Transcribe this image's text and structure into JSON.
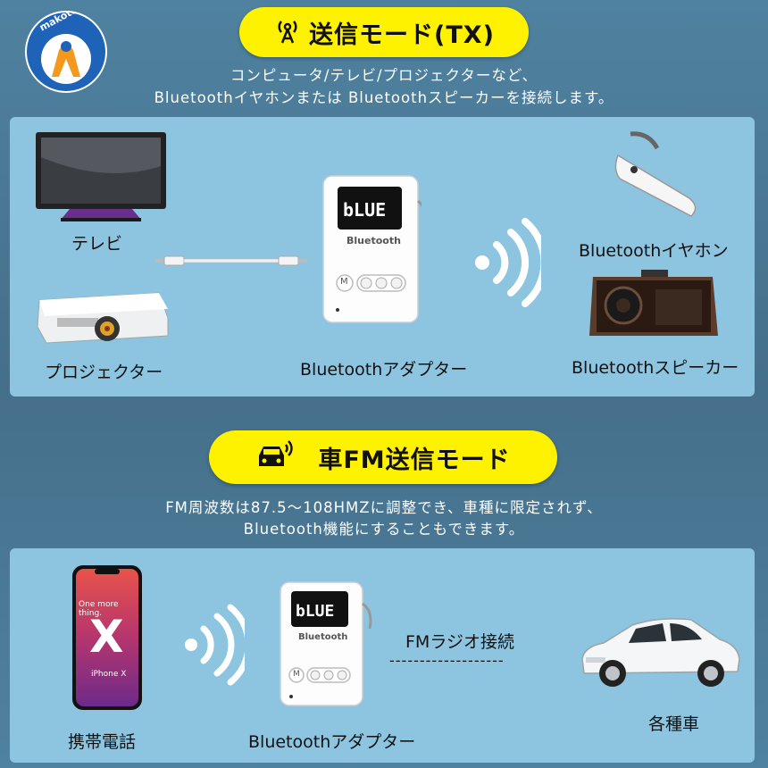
{
  "logo": {
    "text": "makotoya"
  },
  "section_tx": {
    "title": "送信モード(TX)",
    "desc_line1": "コンピュータ/テレビ/プロジェクターなど、",
    "desc_line2": "Bluetoothイヤホンまたは Bluetoothスピーカーを接続します。",
    "items": {
      "tv": "テレビ",
      "projector": "プロジェクター",
      "adapter": "Bluetoothアダプター",
      "earphone": "Bluetoothイヤホン",
      "speaker": "Bluetoothスピーカー"
    },
    "device": {
      "screen_text": "bLUE",
      "brand": "Bluetooth",
      "button_m": "M"
    }
  },
  "section_fm": {
    "title": "車FM送信モード",
    "desc_line1": "FM周波数は87.5～108HMZに調整でき、車種に限定されず、",
    "desc_line2": "Bluetooth機能にすることもできます。",
    "items": {
      "phone": "携帯電話",
      "adapter": "Bluetoothアダプター",
      "fm_link": "FMラジオ接続",
      "dashes": "-------------------",
      "car": "各種車"
    },
    "phone_screen": {
      "tagline": "One more thing.",
      "big": "X",
      "model": "iPhone X"
    },
    "device": {
      "screen_text": "bLUE",
      "brand": "Bluetooth",
      "button_m": "M"
    }
  },
  "colors": {
    "accent": "#fff200",
    "panel": "#8dc5e0",
    "background": "#4c7d98"
  }
}
